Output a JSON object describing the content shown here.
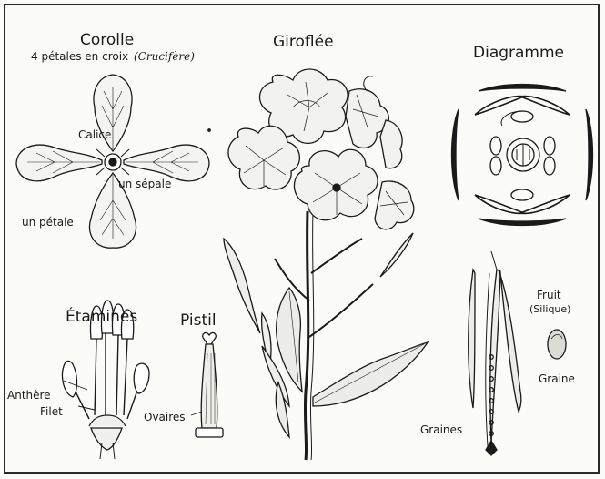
{
  "corolle": {
    "title": "Corolle",
    "subtitle": "4 pétales en croix",
    "subtitle_note": "(Crucifère)",
    "labels": {
      "calice": "Calice",
      "sepale": "un sépale",
      "petale": "un pétale"
    }
  },
  "giroflee": {
    "title": "Giroflée"
  },
  "diagramme": {
    "title": "Diagramme"
  },
  "etamines": {
    "title": "Étamines",
    "labels": {
      "anthere": "Anthère",
      "filet": "Filet"
    }
  },
  "pistil": {
    "title": "Pistil",
    "labels": {
      "ovaires": "Ovaires"
    }
  },
  "fruit": {
    "title": "Fruit",
    "subtitle": "(Silique)",
    "labels": {
      "graines": "Graines",
      "graine": "Graine"
    }
  },
  "ink_color": "#1a1a1a",
  "paper_color": "#fbfbf8"
}
